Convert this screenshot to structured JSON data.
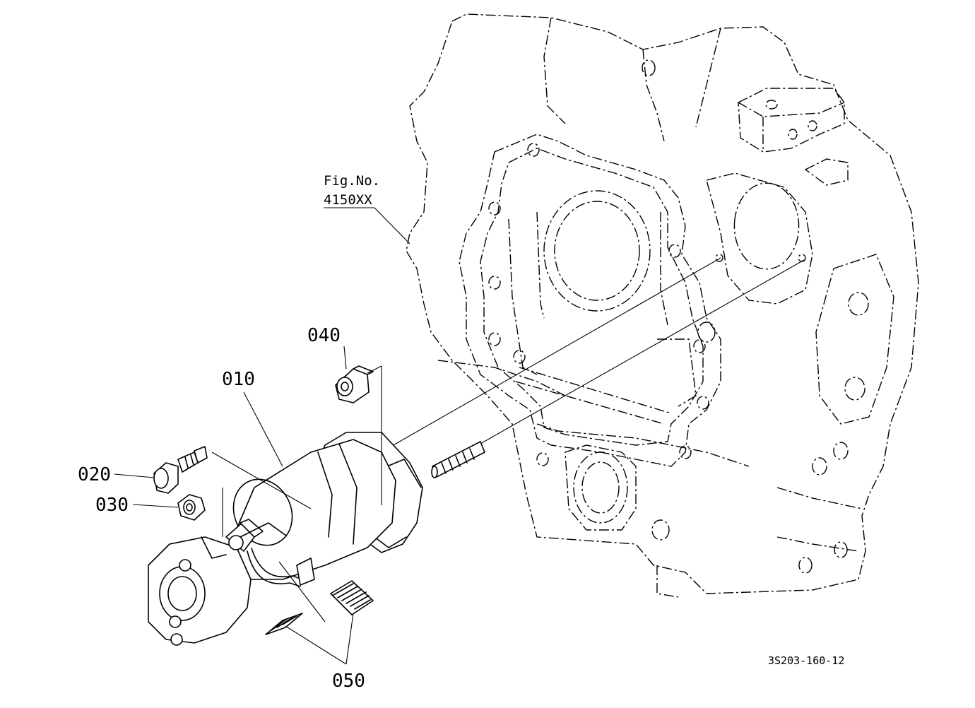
{
  "figure": {
    "figure_reference": {
      "line1": "Fig.No.",
      "line2": "4150XX"
    },
    "drawing_code": "3S203-160-12"
  },
  "parts": [
    {
      "callout": "010"
    },
    {
      "callout": "020"
    },
    {
      "callout": "030"
    },
    {
      "callout": "040"
    },
    {
      "callout": "050"
    }
  ]
}
